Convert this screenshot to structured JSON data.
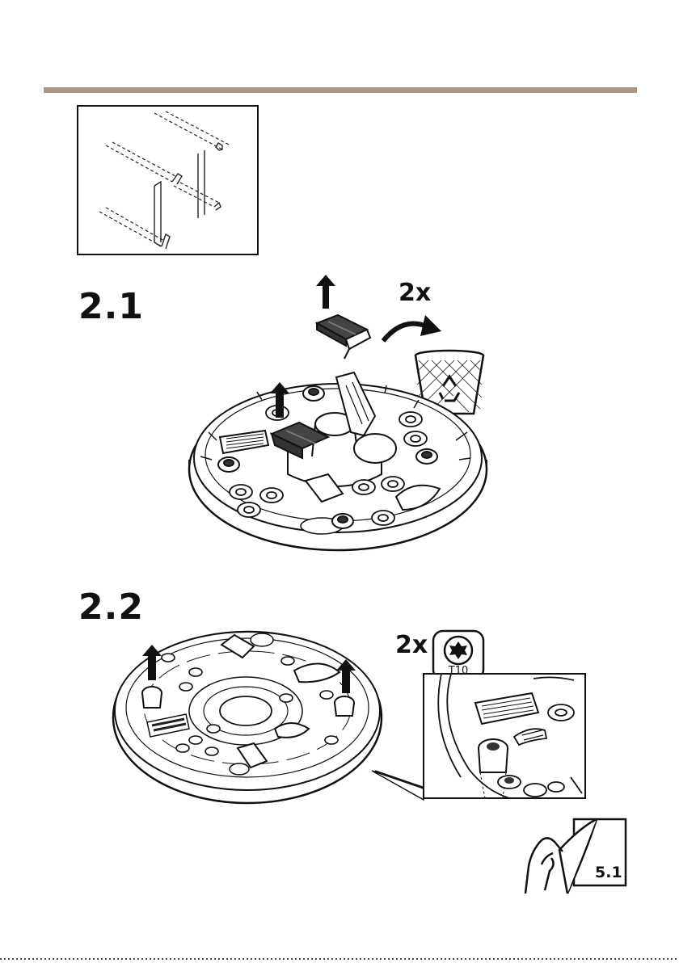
{
  "page": {
    "steps": [
      {
        "label": "2.1",
        "count": "2x"
      },
      {
        "label": "2.2",
        "count": "2x"
      }
    ],
    "tool": {
      "name": "T10",
      "icon": "torx-screwdriver-icon"
    },
    "reference": {
      "label": "5.1",
      "icon": "page-turn-icon"
    },
    "colors": {
      "rule": "#a8998c",
      "ink": "#111111",
      "shade": "#555555"
    }
  }
}
